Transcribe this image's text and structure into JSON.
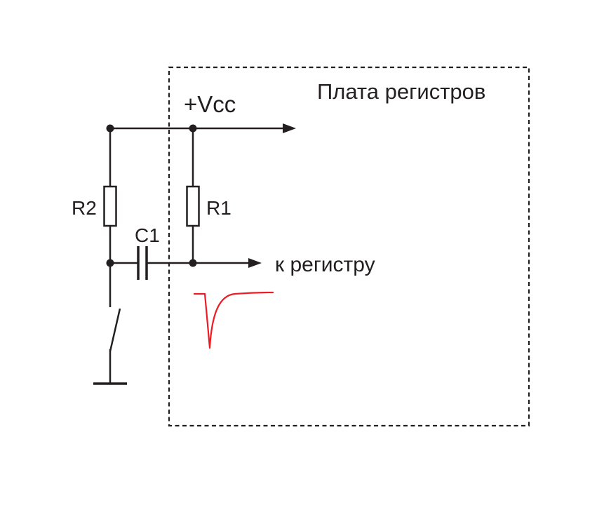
{
  "diagram": {
    "title": "Плата регистров",
    "labels": {
      "vcc": "+Vcc",
      "r1": "R1",
      "r2": "R2",
      "c1": "C1",
      "to_register": "к регистру"
    },
    "colors": {
      "line": "#231f20",
      "waveform": "#ec1c24",
      "background": "#ffffff"
    }
  }
}
